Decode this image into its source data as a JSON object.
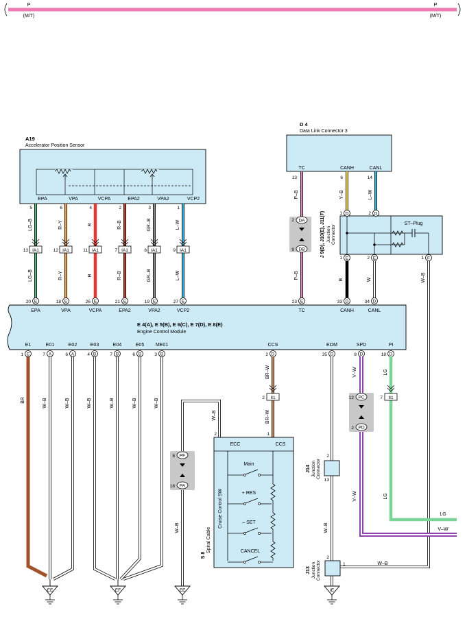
{
  "power_bar": {
    "label_left": "P",
    "sub_left": "(M/T)",
    "label_right": "P",
    "sub_right": "(M/T)",
    "color": "#ef7bb4"
  },
  "dlc": {
    "code": "D 4",
    "name": "Data Link Connector 3",
    "pins": [
      "TC",
      "CANH",
      "CANL"
    ],
    "pin_numbers": [
      "13",
      "6",
      "14"
    ]
  },
  "aps": {
    "code": "A19",
    "name": "Accelerator Position Sensor",
    "pins": [
      "EPA",
      "VPA",
      "VCPA",
      "EPA2",
      "VPA2",
      "VCP2"
    ],
    "pin_numbers": [
      "5",
      "6",
      "4",
      "2",
      "3",
      "1"
    ]
  },
  "aps_wires": {
    "colors": [
      "LG–B",
      "R–Y",
      "R",
      "R–B",
      "GR–B",
      "L–W"
    ],
    "connector": "IA1",
    "connector_pins": [
      "13",
      "12",
      "11",
      "7",
      "8",
      "9"
    ]
  },
  "dlc_wires": {
    "tc_color": "P–B",
    "canh_color": "Y–B",
    "canl_color": "L–W",
    "canh_lower": "B",
    "canl_lower": "W"
  },
  "junction": {
    "codes": "J 9(D), J10(E), J11(F)",
    "name_line1": "Junction",
    "name_line2": "Connector",
    "plug": "ST–Plug",
    "tags": [
      "D",
      "D",
      "E",
      "E",
      "F"
    ],
    "pin_numbers": [
      "1",
      "2",
      "1",
      "2",
      "1"
    ],
    "st_wire": "W–B"
  },
  "splice_da": {
    "top": "DA",
    "bottom": "DB",
    "top_num": "2",
    "bottom_num": "9"
  },
  "ecm": {
    "codes": "E 4(A), E 5(B), E 6(C), E 7(D), E 8(E)",
    "name": "Engine Control Module",
    "top_pins": [
      {
        "label": "EPA",
        "num": "20",
        "tag": "E"
      },
      {
        "label": "VPA",
        "num": "18",
        "tag": "E"
      },
      {
        "label": "VCPA",
        "num": "26",
        "tag": "E"
      },
      {
        "label": "EPA2",
        "num": "21",
        "tag": "E"
      },
      {
        "label": "VPA2",
        "num": "19",
        "tag": "E"
      },
      {
        "label": "VCP2",
        "num": "27",
        "tag": "E"
      },
      {
        "label": "TC",
        "num": "23",
        "tag": "E"
      },
      {
        "label": "CANH",
        "num": "33",
        "tag": "D"
      },
      {
        "label": "CANL",
        "num": "34",
        "tag": "D"
      }
    ],
    "bottom_pins": [
      {
        "label": "E1",
        "num": "1",
        "tag": "C"
      },
      {
        "label": "E01",
        "num": "7",
        "tag": "A"
      },
      {
        "label": "E02",
        "num": "6",
        "tag": "A"
      },
      {
        "label": "E03",
        "num": "4",
        "tag": "B"
      },
      {
        "label": "E04",
        "num": "7",
        "tag": "B"
      },
      {
        "label": "E05",
        "num": "6",
        "tag": "B"
      },
      {
        "label": "ME01",
        "num": "3",
        "tag": "B"
      },
      {
        "label": "CCS",
        "num": "2",
        "tag": "D"
      },
      {
        "label": "EOM",
        "num": "35",
        "tag": "D"
      },
      {
        "label": "SPD",
        "num": "8",
        "tag": "D"
      },
      {
        "label": "PI",
        "num": "18",
        "tag": "D"
      }
    ]
  },
  "ground_wires": {
    "br": "BR",
    "wb": "W–B"
  },
  "ccs_wire": {
    "upper": "BR–W",
    "lower": "BR–W",
    "connector": "II1",
    "connector_pin": "2"
  },
  "pi_wire": {
    "color": "LG",
    "connector": "II1",
    "connector_pin": "7",
    "exit_label": "LG"
  },
  "spd_wire": {
    "color": "V–W",
    "lower": "V–W",
    "exit_label": "V–W",
    "splice_top": "PC",
    "splice_bottom": "PD",
    "top_num": "12",
    "bottom_num": "2"
  },
  "spiral": {
    "code": "S 8",
    "name": "Spiral Cable",
    "side_label": "Cruise Control SW",
    "pins": [
      "ECC",
      "CCS"
    ],
    "pin_numbers": [
      "2",
      "1"
    ],
    "switches": [
      "Main",
      "+ RES",
      "– SET",
      "CANCEL"
    ],
    "ecc_wire": "W–B",
    "splice_top": "PF",
    "splice_bottom": "PA",
    "top_num": "8",
    "bottom_num": "18",
    "lower_wire": "W–B"
  },
  "j14": {
    "code": "J14",
    "name_line1": "Junction",
    "name_line2": "Connector",
    "pin_top": "2",
    "pin_bottom": "13",
    "wire": "W–B"
  },
  "j13": {
    "code": "J13",
    "name_line1": "Junction",
    "name_line2": "Connector",
    "pin_top": "2",
    "pin_right": "1",
    "wire": "W–B"
  },
  "grounds": [
    "EE",
    "EF",
    "EE",
    "IE"
  ],
  "wire_colors": {
    "LG-B": "#5cb87a",
    "R-Y": "#f39b45",
    "R": "#e53935",
    "R-B": "#c0392b",
    "GR-B": "#8a8a8a",
    "L-W": "#33b5d9",
    "P-B": "#d98ab5",
    "Y-B": "#f3d23a",
    "BR": "#a0522d",
    "V-W": "#8e44ad",
    "LG": "#7ed39a"
  }
}
